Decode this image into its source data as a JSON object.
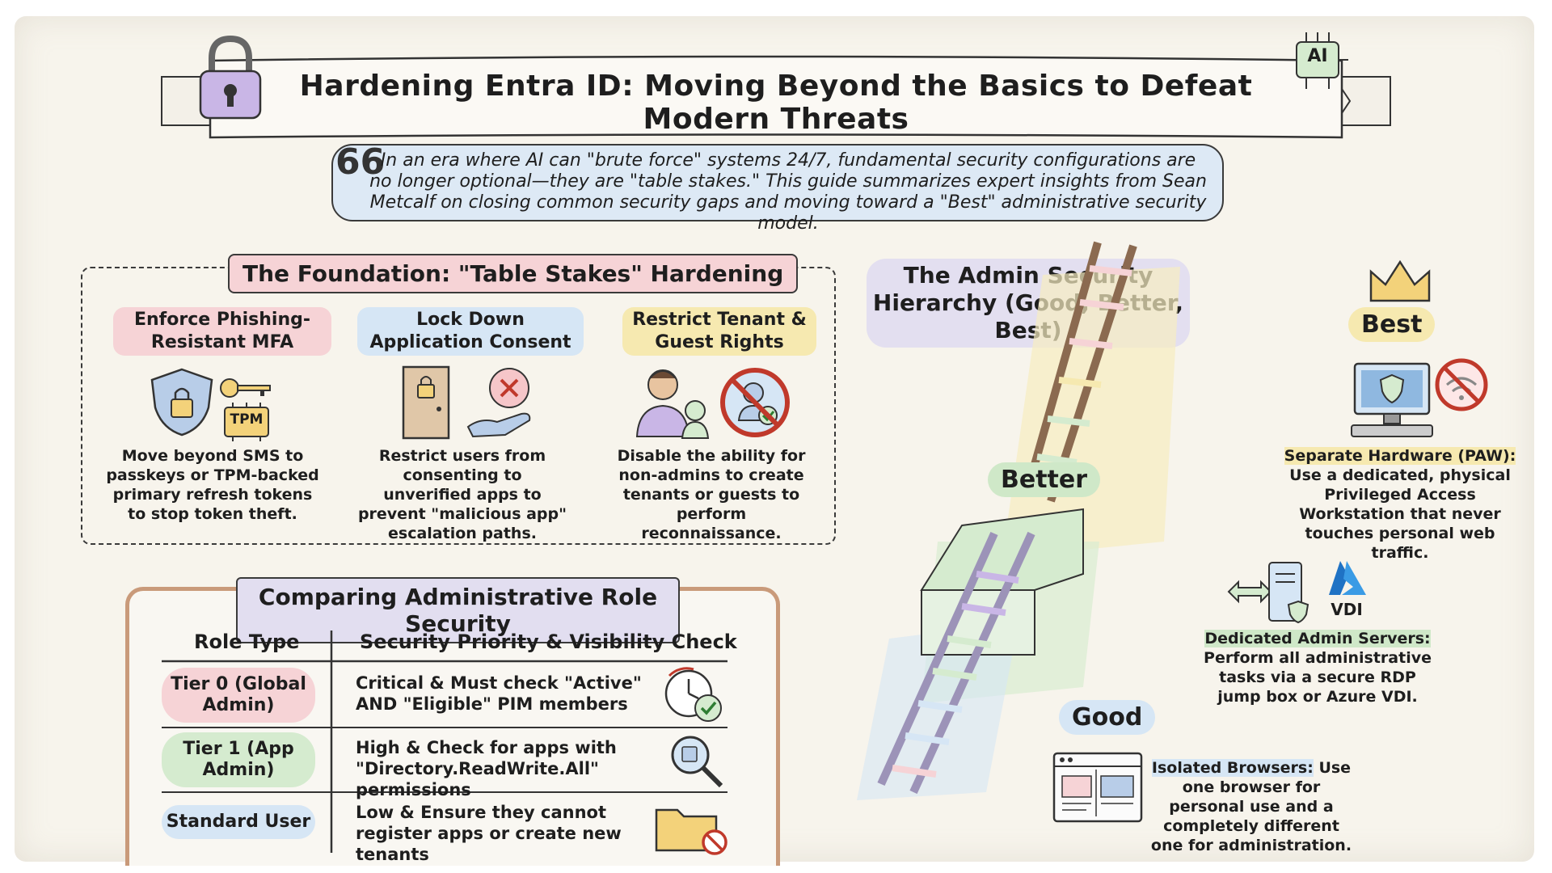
{
  "title": "Hardening Entra ID: Moving Beyond the Basics to Defeat Modern Threats",
  "intro": {
    "quote_mark": "66",
    "text": "In an era where AI can \"brute force\" systems 24/7, fundamental security configurations are no longer optional—they are \"table stakes.\" This guide summarizes expert insights from Sean Metcalf on closing common security gaps and moving toward a \"Best\" administrative security model."
  },
  "ai_chip_label": "AI",
  "foundation": {
    "title": "The Foundation: \"Table Stakes\" Hardening",
    "pillars": [
      {
        "title": "Enforce Phishing-Resistant MFA",
        "icons": [
          "shield-lock-icon",
          "key-icon",
          "tpm-chip-icon"
        ],
        "chip_label": "TPM",
        "text": "Move beyond SMS to passkeys or TPM-backed primary refresh tokens to stop token theft."
      },
      {
        "title": "Lock Down Application Consent",
        "icons": [
          "locked-door-icon",
          "hand-icon",
          "x-circle-icon"
        ],
        "text": "Restrict users from consenting to unverified apps to prevent \"malicious app\" escalation paths."
      },
      {
        "title": "Restrict Tenant & Guest Rights",
        "icons": [
          "users-icon",
          "no-guest-icon"
        ],
        "text": "Disable the ability for non-admins to create tenants or guests to perform reconnaissance."
      }
    ]
  },
  "table": {
    "title": "Comparing Administrative Role Security",
    "headers": [
      "Role Type",
      "Security Priority & Visibility Check"
    ],
    "rows": [
      {
        "role": "Tier 0 (Global Admin)",
        "check": "Critical & Must check \"Active\" AND \"Eligible\" PIM members",
        "icon": "clock-check-icon",
        "color": "#f6d3d6"
      },
      {
        "role": "Tier 1 (App Admin)",
        "check": "High & Check for apps with \"Directory.ReadWrite.All\" permissions",
        "icon": "magnifier-icon",
        "color": "#d5ebcf"
      },
      {
        "role": "Standard User",
        "check": "Low & Ensure they cannot register apps or create new tenants",
        "icon": "folder-blocked-icon",
        "color": "#d6e6f5"
      }
    ]
  },
  "hierarchy": {
    "title": "The Admin Security Hierarchy (Good, Better, Best)",
    "tiers": {
      "best": {
        "label": "Best",
        "icons": [
          "crown-icon",
          "monitor-shield-icon",
          "no-wifi-icon"
        ],
        "highlight": "Separate Hardware (PAW):",
        "text": "Use a dedicated, physical Privileged Access Workstation that never touches personal web traffic."
      },
      "better": {
        "label": "Better",
        "icons": [
          "arrows-icon",
          "server-icon",
          "azure-icon"
        ],
        "vdi_label": "VDI",
        "highlight": "Dedicated Admin Servers:",
        "text": "Perform all administrative tasks via a secure RDP jump box or Azure VDI."
      },
      "good": {
        "label": "Good",
        "icons": [
          "browser-window-icon"
        ],
        "highlight": "Isolated Browsers:",
        "text": "Use one browser for personal use and a completely different one for administration."
      }
    }
  },
  "colors": {
    "pink": "#f6d3d6",
    "green": "#cfe8c8",
    "blue": "#d6e6f5",
    "yellow": "#f6e9b0",
    "lavender": "#e2def0"
  }
}
